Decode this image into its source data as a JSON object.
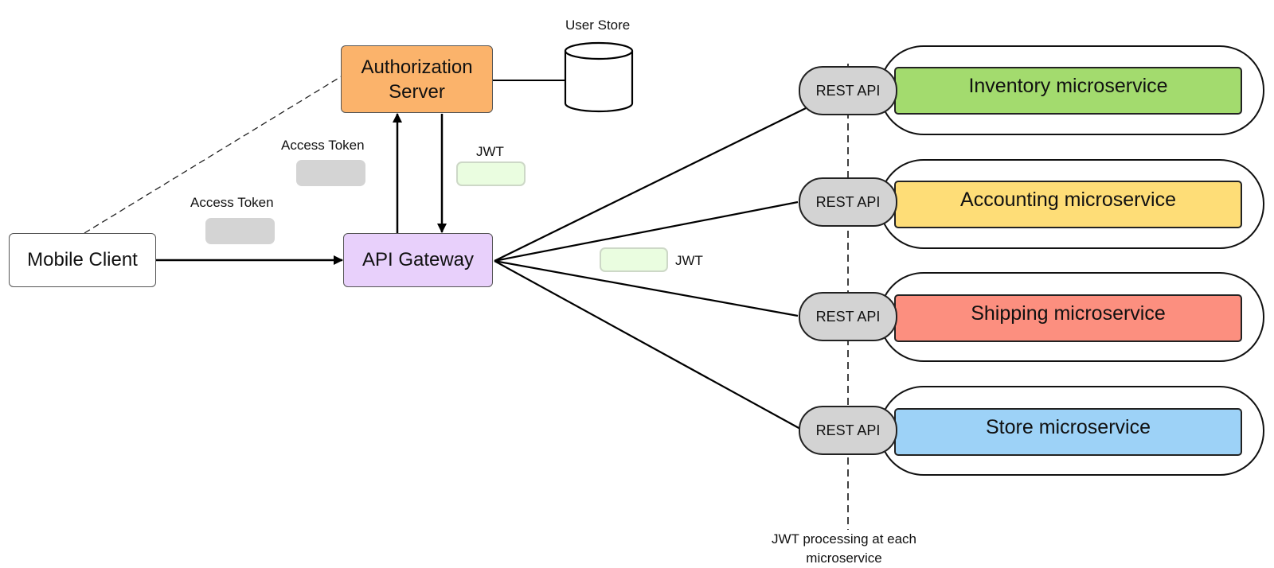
{
  "nodes": {
    "mobile_client": "Mobile Client",
    "authorization_server": [
      "Authorization",
      "Server"
    ],
    "api_gateway": "API Gateway",
    "user_store": "User Store"
  },
  "tokens": {
    "access_token_1": "Access Token",
    "access_token_2": "Access Token",
    "jwt_1": "JWT",
    "jwt_2": "JWT"
  },
  "microservices": [
    {
      "name": "Inventory microservice",
      "api": "REST API",
      "color": "#a3db6e"
    },
    {
      "name": "Accounting microservice",
      "api": "REST API",
      "color": "#fedd77"
    },
    {
      "name": "Shipping microservice",
      "api": "REST API",
      "color": "#fc8f7f"
    },
    {
      "name": "Store microservice",
      "api": "REST API",
      "color": "#9dd2f7"
    }
  ],
  "footnote": "JWT processing at each microservice",
  "colors": {
    "authorization_server": "#fbb36b",
    "api_gateway": "#e8d0fb",
    "access_token_badge": "#d4d4d4",
    "jwt_badge": "#eafde0",
    "rest_api": "#d3d3d3"
  }
}
